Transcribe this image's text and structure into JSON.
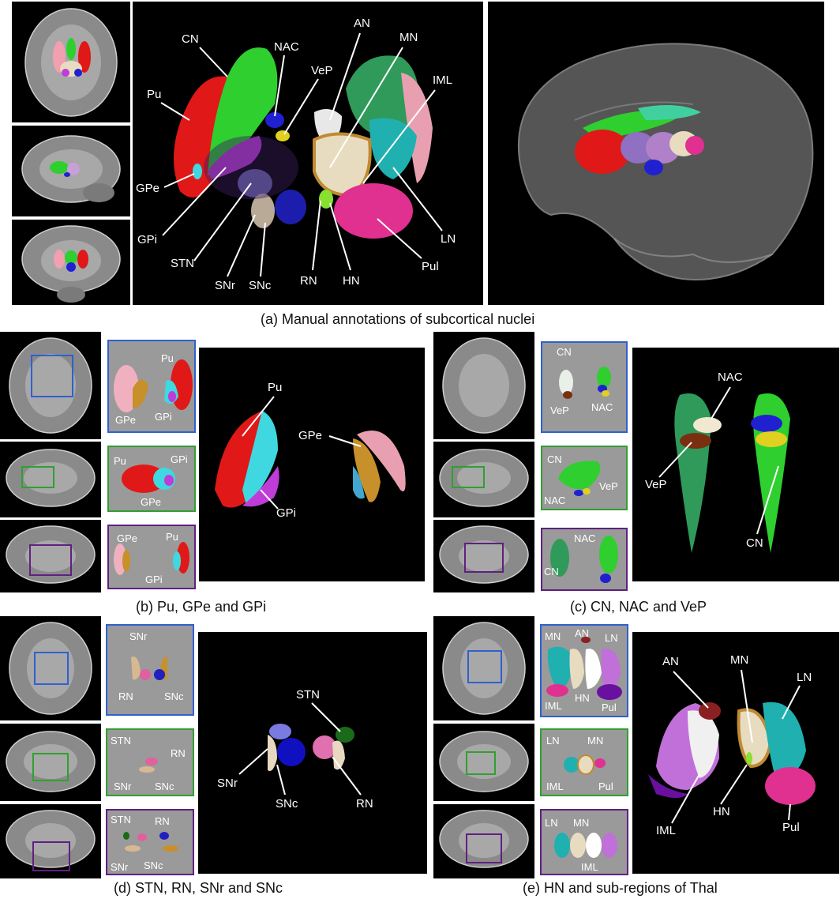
{
  "figure": {
    "captions": {
      "a": "(a) Manual annotations of subcortical nuclei",
      "b": "(b) Pu, GPe and GPi",
      "c": "(c) CN, NAC and VeP",
      "d": "(d) STN, RN, SNr and SNc",
      "e": "(e) HN and sub-regions of Thal"
    },
    "panel_a": {
      "labels": {
        "cn": "CN",
        "nac": "NAC",
        "vep": "VeP",
        "pu": "Pu",
        "gpe": "GPe",
        "gpi": "GPi",
        "stn": "STN",
        "snr": "SNr",
        "snc": "SNc",
        "an": "AN",
        "mn": "MN",
        "iml": "IML",
        "rn": "RN",
        "hn": "HN",
        "pul": "Pul",
        "ln": "LN"
      }
    },
    "panel_b": {
      "labels": {
        "pu": "Pu",
        "gpe": "GPe",
        "gpi": "GPi"
      }
    },
    "panel_c": {
      "labels": {
        "cn": "CN",
        "nac": "NAC",
        "vep": "VeP"
      }
    },
    "panel_d": {
      "labels": {
        "snr": "SNr",
        "snc": "SNc",
        "rn": "RN",
        "stn": "STN"
      }
    },
    "panel_e": {
      "labels": {
        "mn": "MN",
        "an": "AN",
        "ln": "LN",
        "iml": "IML",
        "hn": "HN",
        "pul": "Pul"
      }
    },
    "colors": {
      "pu": "#e01818",
      "cn": "#2fcf2f",
      "cn_dark": "#2f9a5a",
      "gpe": "#c7902a",
      "gpi": "#c03cd8",
      "gpi_cyan": "#40d8e0",
      "nac": "#2020d0",
      "vep": "#e0d020",
      "thal_ln": "#20b0b0",
      "thal_mn": "#e8dcc0",
      "pul": "#e03090",
      "hn": "#88e030",
      "iml": "#c08a30",
      "an": "#8a2020",
      "ln_purple": "#b060d0",
      "pink": "#e8a0b0"
    }
  }
}
